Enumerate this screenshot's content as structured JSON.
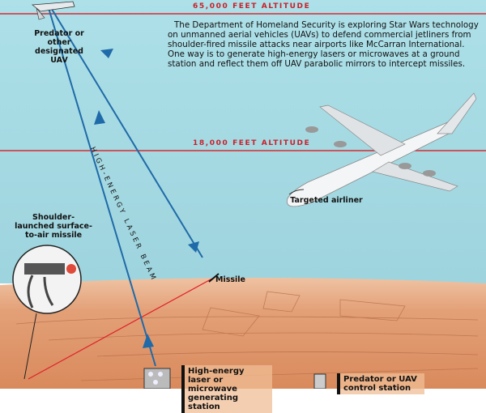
{
  "altitudes": {
    "high": "65,000 FEET ALTITUDE",
    "low": "18,000 FEET ALTITUDE"
  },
  "intro": "The Department of Homeland Security is exploring Star Wars technology on unmanned aerial vehicles (UAVs) to defend commercial jetliners from shoulder-fired missile attacks near airports like McCarran International. One way is to generate high-energy lasers or microwaves at a ground station and reflect them off UAV parabolic mirrors to intercept missiles.",
  "labels": {
    "uav": "Predator or other designated UAV",
    "beam": "HIGH-ENERGY LASER BEAM",
    "airliner": "Targeted airliner",
    "launcher": "Shoulder-launched surface-to-air missile",
    "missile": "Missile",
    "station": "High-energy laser or microwave generating station",
    "control": "Predator or UAV control station"
  },
  "colors": {
    "sky": "#a6dbe4",
    "ground": "#e09a6c",
    "altitude_line": "#d62a33",
    "beam": "#1f6aa8",
    "missile_trail": "#e0202a"
  }
}
